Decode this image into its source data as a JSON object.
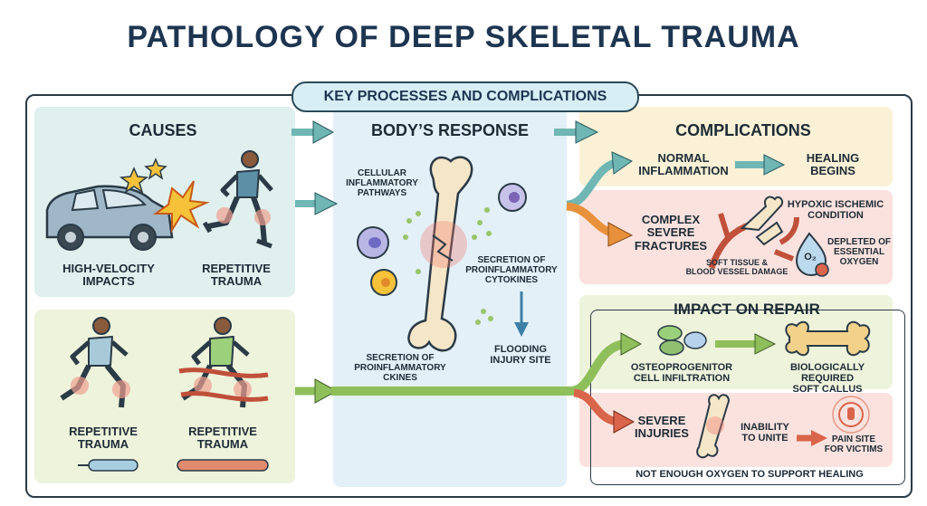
{
  "title": "PATHOLOGY OF DEEP SKELETAL TRAUMA",
  "subtitle": "KEY PROCESSES AND COMPLICATIONS",
  "causes": {
    "header": "CAUSES",
    "impacts_label": "HIGH-VELOCITY\nIMPACTS",
    "repetitive_top_label": "REPETITIVE\nTRAUMA",
    "repetitive_left_label": "REPETITIVE\nTRAUMA",
    "repetitive_right_label": "REPETITIVE\nTRAUMA"
  },
  "response": {
    "header": "BODY’S RESPONSE",
    "cellular": "CELLULAR\nINFLAMMATORY\nPATHWAYS",
    "secretion_right": "SECRETION OF\nPROINFLAMMATORY\nCYTOKINES",
    "secretion_bottom": "SECRETION OF\nPROINFLAMMATORY CKINES",
    "flooding": "FLOODING\nINJURY SITE"
  },
  "complications": {
    "header": "COMPLICATIONS",
    "normal": "NORMAL\nINFLAMMATION",
    "healing": "HEALING\nBEGINS",
    "complex": "COMPLEX\nSEVERE\nFRACTURES",
    "hypoxic": "HYPOXIC ISCHEMIC\nCONDITION",
    "soft_tissue": "SOFT TISSUE &\nBLOOD VESSEL DAMAGE",
    "depleted": "DEPLETED OF\nESSENTIAL\nOXYGEN",
    "o2": "O₂"
  },
  "repair": {
    "header": "IMPACT ON REPAIR",
    "osteo": "OSTEOPROGENITOR\nCELL INFILTRATION",
    "callus": "BIOLOGICALLY REQUIRED\nSOFT CALLUS",
    "severe": "SEVERE\nINJURIES",
    "unite": "INABILITY\nTO UNITE",
    "pain": "PAIN SITE\nFOR VICTIMS",
    "footer": "NOT ENOUGH OXYGEN TO SUPPORT HEALING"
  },
  "colors": {
    "causes_bg": "#dff0ee",
    "response_bg": "#e3f0f8",
    "complications_bg": "#fbf1d6",
    "complex_bg": "#fbe2de",
    "repair_bg": "#eef3dc",
    "arrow_teal": "#6fb6b4",
    "arrow_orange": "#e8913c",
    "arrow_green": "#8fbf5a",
    "arrow_red": "#d9654a"
  }
}
